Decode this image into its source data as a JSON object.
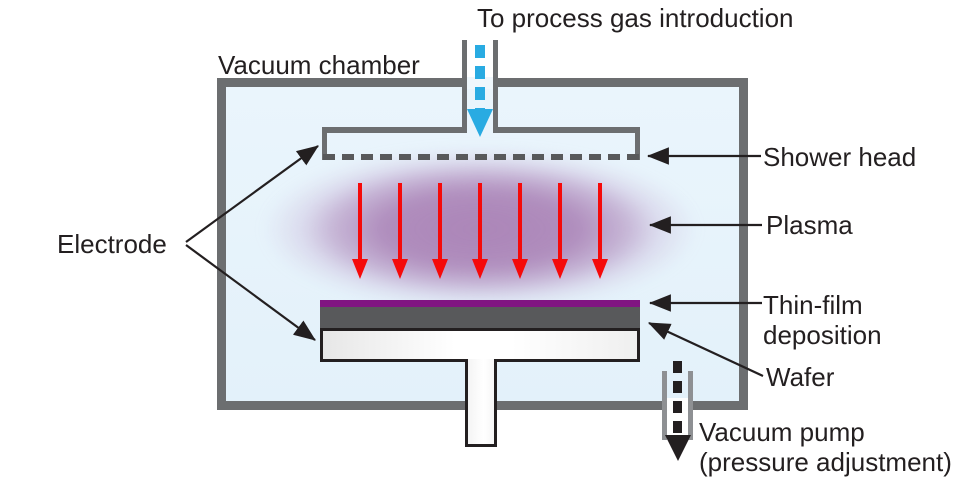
{
  "labels": {
    "process_gas": "To process gas introduction",
    "vacuum_chamber": "Vacuum chamber",
    "electrode": "Electrode",
    "shower_head": "Shower head",
    "plasma": "Plasma",
    "thin_film": {
      "line1": "Thin-film",
      "line2": "deposition"
    },
    "wafer": "Wafer",
    "vacuum_pump": {
      "line1": "Vacuum pump",
      "line2": "(pressure adjustment)"
    }
  },
  "colors": {
    "chamber_wall": "#6C6E70",
    "chamber_interior": "#E7F3FB",
    "plasma_glow": "#A87FB4",
    "thin_film_layer": "#801582",
    "wafer_layer": "#58595B",
    "stage_fill": "#FFFFFF",
    "gas_arrow_blue": "#29ABE2",
    "deposition_arrow_red": "#F50A0A",
    "pump_arrow_black": "#231F20",
    "label_text": "#231F20"
  },
  "plasma_arrows": {
    "count": 7
  }
}
